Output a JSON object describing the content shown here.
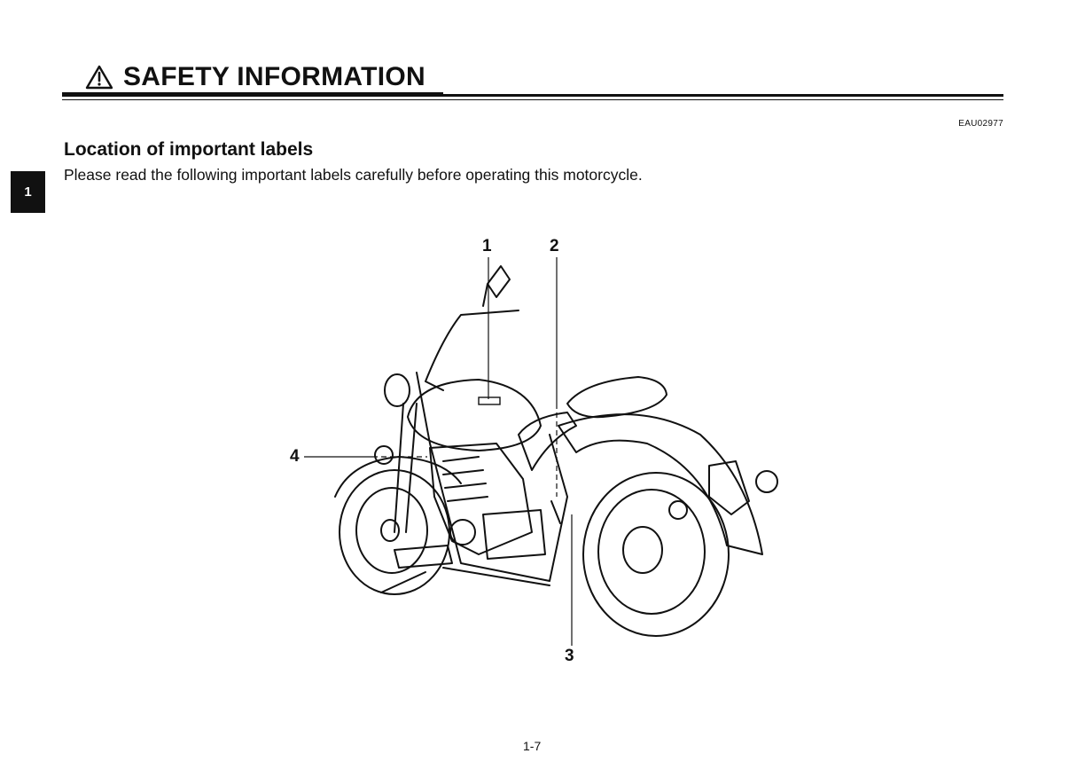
{
  "header": {
    "title": "SAFETY INFORMATION",
    "warning_icon": "warning-triangle-icon"
  },
  "doc_code": "EAU02977",
  "chapter_tab": "1",
  "section": {
    "heading": "Location of important labels",
    "intro": "Please read the following important labels carefully before operating this motorcycle."
  },
  "figure": {
    "callouts": [
      "1",
      "2",
      "3",
      "4"
    ]
  },
  "page_number": "1-7"
}
